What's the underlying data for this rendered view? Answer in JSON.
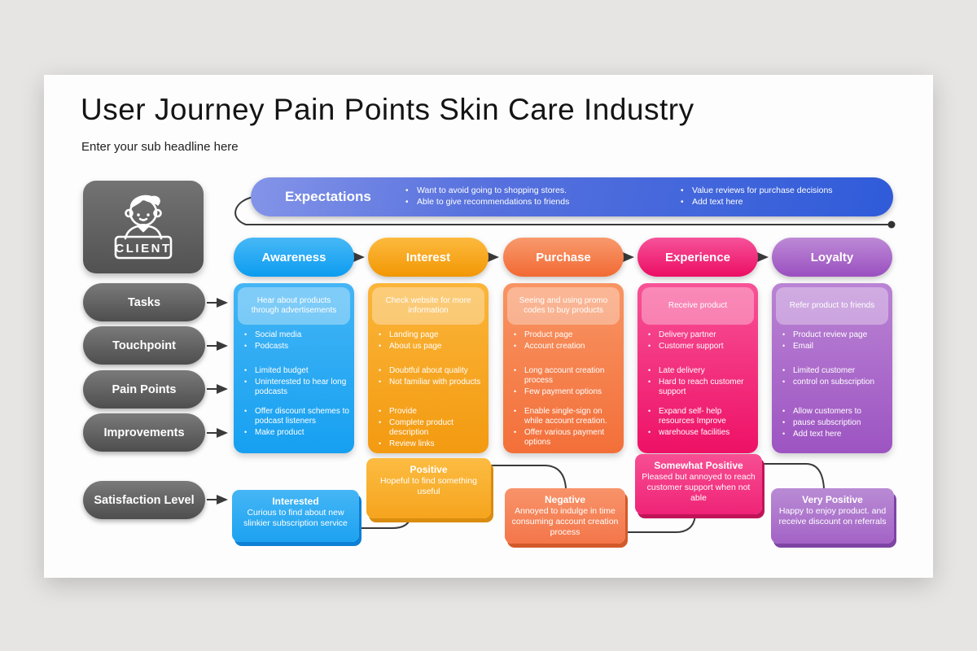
{
  "page": {
    "title": "User Journey Pain Points Skin Care Industry",
    "subtitle": "Enter your sub headline here"
  },
  "client_label": "CLIENT",
  "expectations": {
    "label": "Expectations",
    "bullets_left": [
      "Want to avoid going to shopping stores.",
      "Able to give recommendations to friends"
    ],
    "bullets_right": [
      "Value reviews for purchase decisions",
      "Add text here"
    ]
  },
  "sidebar": {
    "rows": [
      {
        "label": "Tasks"
      },
      {
        "label": "Touchpoint"
      },
      {
        "label": "Pain Points"
      },
      {
        "label": "Improvements"
      }
    ],
    "satisfaction_label": "Satisfaction Level"
  },
  "stages": [
    {
      "name": "Awareness",
      "color": "#1ea5f2",
      "task": "Hear about products through advertisements",
      "touchpoints": [
        "Social media",
        "Podcasts"
      ],
      "pain_points": [
        "Limited budget",
        "Uninterested to hear long podcasts"
      ],
      "improvements": [
        "Offer discount schemes to podcast listeners",
        "Make product"
      ],
      "satisfaction": {
        "title": "Interested",
        "desc": "Curious to find about new slinkier subscription service"
      }
    },
    {
      "name": "Interest",
      "color": "#f7a51d",
      "task": "Check website for more information",
      "touchpoints": [
        "Landing page",
        "About us page"
      ],
      "pain_points": [
        "Doubtful about quality",
        "Not familiar with products"
      ],
      "improvements": [
        "Provide",
        "Complete product description",
        "Review links"
      ],
      "satisfaction": {
        "title": "Positive",
        "desc": "Hopeful to find something useful"
      }
    },
    {
      "name": "Purchase",
      "color": "#f4763f",
      "task": "Seeing and using promo codes to buy products",
      "touchpoints": [
        "Product page",
        "Account creation"
      ],
      "pain_points": [
        "Long account creation process",
        "Few payment options"
      ],
      "improvements": [
        "Enable single-sign on while account creation.",
        "Offer various payment options"
      ],
      "satisfaction": {
        "title": "Negative",
        "desc": "Annoyed to indulge in time consuming account creation process"
      }
    },
    {
      "name": "Experience",
      "color": "#ee1168",
      "task": "Receive product",
      "touchpoints": [
        "Delivery partner",
        "Customer support"
      ],
      "pain_points": [
        "Late delivery",
        "Hard to reach customer support"
      ],
      "improvements": [
        "Expand self- help resources Improve",
        "warehouse facilities"
      ],
      "satisfaction": {
        "title": "Somewhat Positive",
        "desc": "Pleased but annoyed to reach customer support when not able"
      }
    },
    {
      "name": "Loyalty",
      "color": "#a55cc4",
      "task": "Refer product to friends",
      "touchpoints": [
        "Product review page",
        "Email"
      ],
      "pain_points": [
        "Limited customer",
        "control on subscription"
      ],
      "improvements": [
        "Allow customers to",
        "pause subscription",
        "Add text here"
      ],
      "satisfaction": {
        "title": "Very Positive",
        "desc": "Happy to enjoy product. and receive discount on referrals"
      }
    }
  ],
  "colors": {
    "expectations_bar": "#3f64dc",
    "sidebar_gray": "#5f5f5f",
    "connector": "#3a3a3a",
    "slide_bg": "#fdfdfd",
    "page_bg": "#e6e5e3"
  }
}
